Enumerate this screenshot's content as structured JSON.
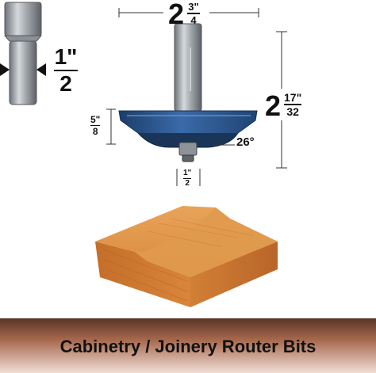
{
  "shank_diagram": {
    "numerator": "1\"",
    "denominator": "2"
  },
  "cut_width": {
    "whole": "2",
    "numerator": "3\"",
    "denominator": "4"
  },
  "overall_height": {
    "whole": "2",
    "numerator": "17\"",
    "denominator": "32"
  },
  "cut_height": {
    "numerator": "5\"",
    "denominator": "8"
  },
  "bearing_diameter": {
    "numerator": "1\"",
    "denominator": "2"
  },
  "angle": "26°",
  "banner": {
    "title": "Cabinetry / Joinery Router Bits"
  },
  "colors": {
    "bit_body": "#2d5a93",
    "shank": "#9aa1a8",
    "wood": "#d78a3c",
    "banner_dark": "#5a3426"
  }
}
